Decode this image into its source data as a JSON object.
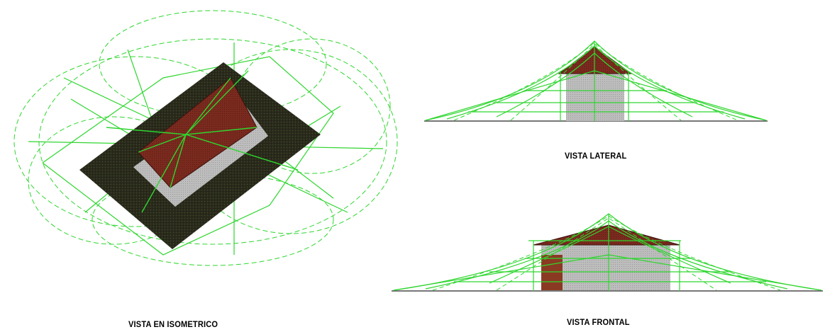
{
  "views": {
    "isometric": {
      "caption": "VISTA EN ISOMETRICO"
    },
    "lateral": {
      "caption": "VISTA LATERAL"
    },
    "frontal": {
      "caption": "VISTA FRONTAL"
    }
  },
  "colors": {
    "wire": "#2fd62f",
    "roof": "#7a2a1e",
    "wall": "#b9b9b9",
    "ground": "#2b2a1c",
    "door": "#8a3a22"
  }
}
